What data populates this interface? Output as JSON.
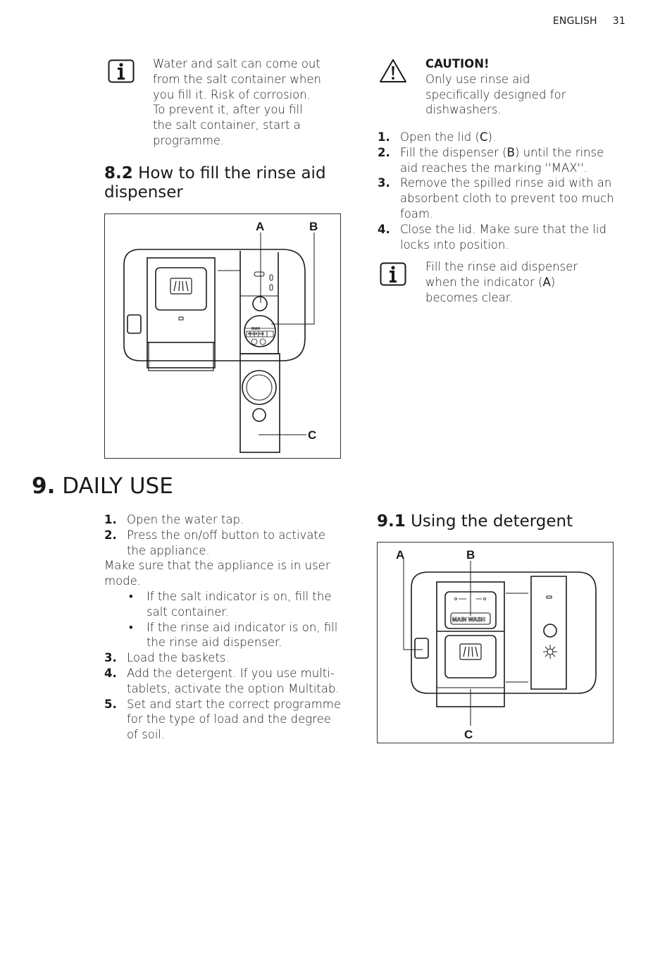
{
  "header": {
    "language": "ENGLISH",
    "page": "31"
  },
  "salt_note": [
    "Water and salt can come out",
    "from the salt container when",
    "you fill it. Risk of corrosion.",
    "To prevent it, after you fill",
    "the salt container, start a",
    "programme."
  ],
  "section_82": {
    "number": "8.2",
    "title_line1": "How to fill the rinse aid",
    "title_line2": "dispenser"
  },
  "fig1": {
    "label_a": "A",
    "label_b": "B",
    "label_c": "C",
    "max_text": "MAX",
    "rinse_text": "RINSE AID"
  },
  "caution": {
    "title": "CAUTION!",
    "lines": [
      "Only use rinse aid",
      "specifically designed for",
      "dishwashers."
    ]
  },
  "rinse_steps": [
    {
      "num": "1.",
      "lines": [
        "Open the lid (",
        "C",
        ")."
      ]
    },
    {
      "num": "2.",
      "l1a": "Fill the dispenser (",
      "l1b": "B",
      "l1c": ") until the rinse",
      "l2": "aid reaches the marking ''MAX''."
    },
    {
      "num": "3.",
      "lines": [
        "Remove the spilled rinse aid with an",
        "absorbent cloth to prevent too much",
        "foam."
      ]
    },
    {
      "num": "4.",
      "lines": [
        "Close the lid. Make sure that the lid",
        "locks into position."
      ]
    }
  ],
  "rinse_note": {
    "l1": "Fill the rinse aid dispenser",
    "l2a": "when the indicator (",
    "l2b": "A",
    "l2c": ")",
    "l3": "becomes clear."
  },
  "section_9": {
    "number": "9.",
    "title": "DAILY USE"
  },
  "daily": {
    "s1": {
      "num": "1.",
      "text": "Open the water tap."
    },
    "s2": {
      "num": "2.",
      "l1": "Press the on/off button to activate",
      "l2": "the appliance."
    },
    "mode_l1": "Make sure that the appliance is in user",
    "mode_l2": "mode.",
    "b1": {
      "l1": "If the salt indicator is on, fill the",
      "l2": "salt container."
    },
    "b2": {
      "l1": "If the rinse aid indicator is on, fill",
      "l2": "the rinse aid dispenser."
    },
    "bullet": "•",
    "s3": {
      "num": "3.",
      "text": "Load the baskets."
    },
    "s4": {
      "num": "4.",
      "l1": "Add the detergent. If you use multi-",
      "l2": "tablets, activate the option Multitab."
    },
    "s5": {
      "num": "5.",
      "l1": "Set and start the correct programme",
      "l2": "for the type of load and the degree",
      "l3": "of soil."
    }
  },
  "section_91": {
    "number": "9.1",
    "title": "Using the detergent"
  },
  "fig2": {
    "label_a": "A",
    "label_b": "B",
    "label_c": "C",
    "main_wash": "MAIN WASH"
  }
}
